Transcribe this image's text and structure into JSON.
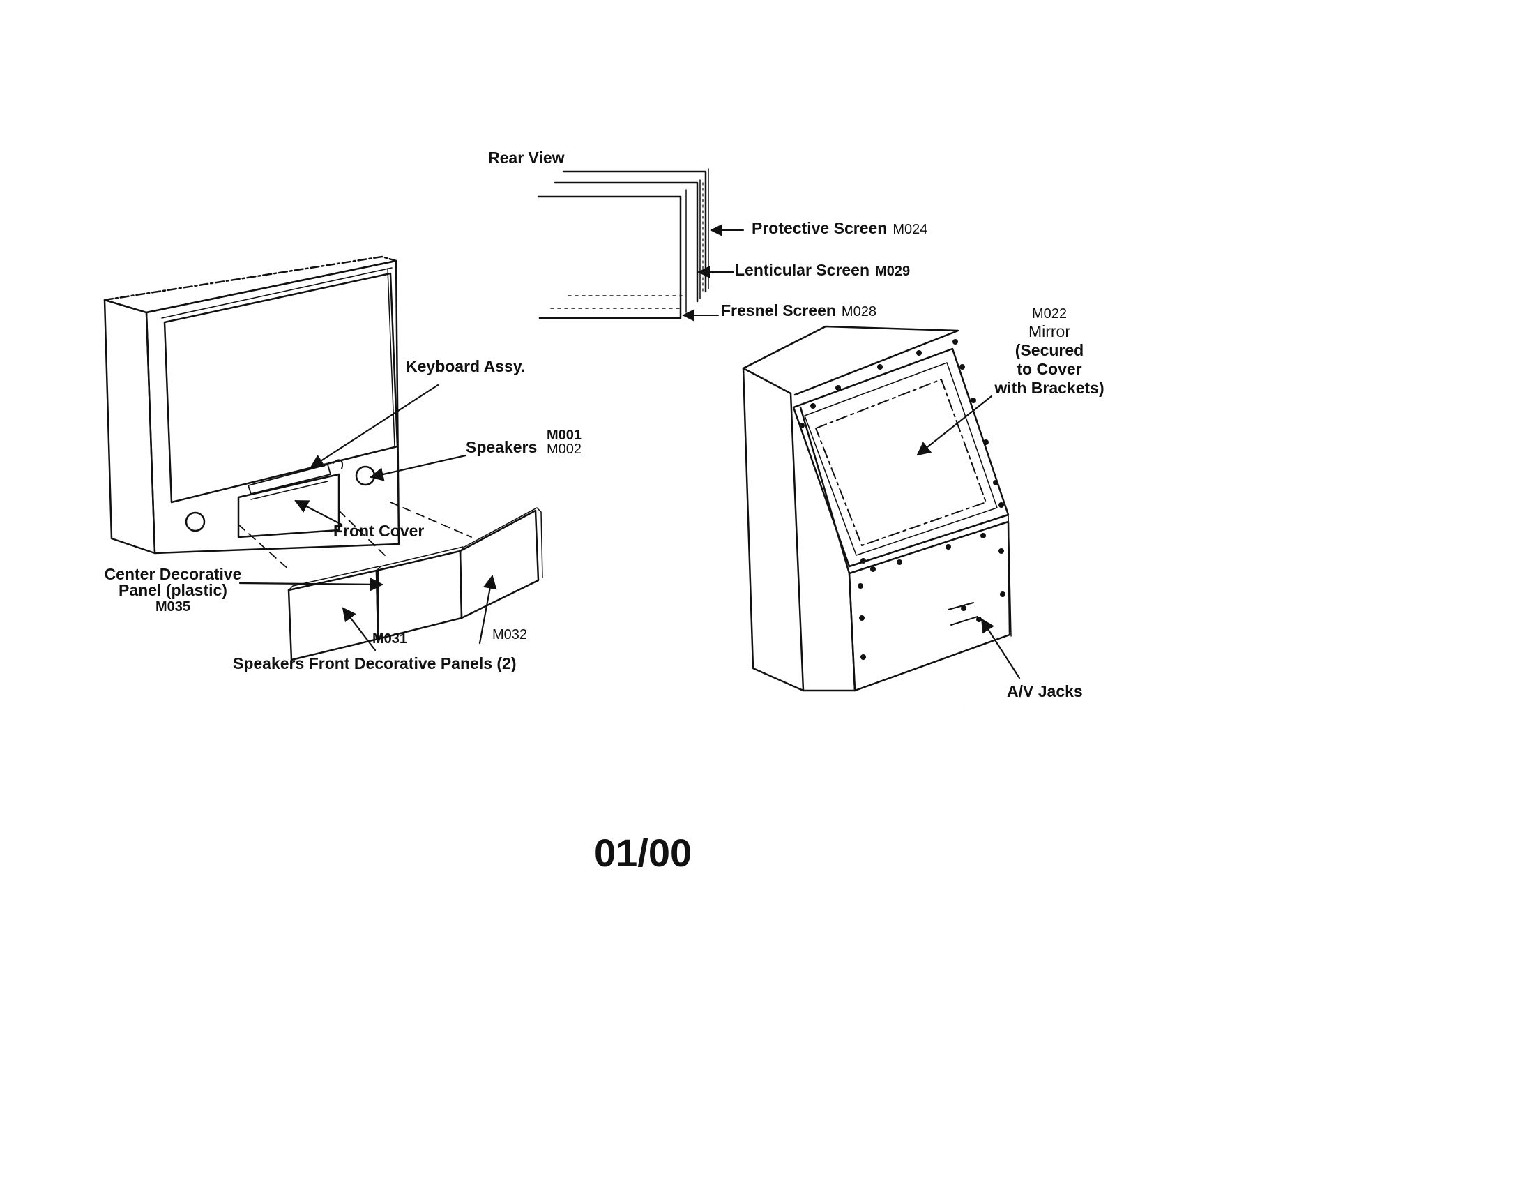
{
  "labels": {
    "rear_view": "Rear View",
    "protective_screen": "Protective Screen",
    "protective_screen_code": "M024",
    "lenticular_screen": "Lenticular Screen",
    "lenticular_screen_code": "M029",
    "fresnel_screen": "Fresnel Screen",
    "fresnel_screen_code": "M028",
    "keyboard_assy": "Keyboard Assy.",
    "speakers": "Speakers",
    "speakers_code_1": "M001",
    "speakers_code_2": "M002",
    "front_cover": "Front Cover",
    "center_panel_line1": "Center Decorative",
    "center_panel_line2": "Panel (plastic)",
    "center_panel_code": "M035",
    "m031": "M031",
    "m032": "M032",
    "speaker_panels": "Speakers Front Decorative Panels (2)",
    "mirror_code": "M022",
    "mirror_line1": "Mirror",
    "mirror_line2": "(Secured",
    "mirror_line3": "to Cover",
    "mirror_line4": "with Brackets)",
    "av_jacks": "A/V Jacks",
    "date": "01/00"
  }
}
